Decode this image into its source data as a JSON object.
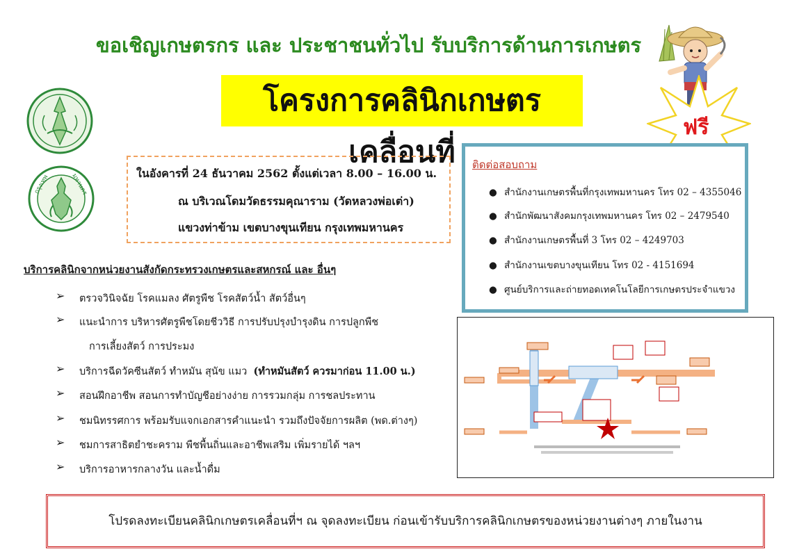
{
  "header": {
    "title": "ขอเชิญเกษตรกร และ ประชาชนทั่วไป รับบริการด้านการเกษตร"
  },
  "project": {
    "title": "โครงการคลินิกเกษตรเคลื่อนที่"
  },
  "badge": {
    "free_label": "ฟรี"
  },
  "event": {
    "date_time": "ในอังคารที่ 24 ธันวาคม 2562 ตั้งแต่เวลา 8.00 – 16.00 น.",
    "venue": "ณ บริเวณโดมวัดธรรมคุณาราม (วัดหลวงพ่อเต่า)",
    "district": "แขวงท่าข้าม เขตบางขุนเทียน กรุงเทพมหานคร"
  },
  "contact": {
    "title": "ติดต่อสอบถาม",
    "items": [
      "สำนักงานเกษตรพื้นที่กรุงเทพมหานคร โทร 02 – 4355046",
      "สำนักพัฒนาสังคมกรุงเทพมหานคร โทร 02 – 2479540",
      "สำนักงานเกษตรพื้นที่ 3 โทร 02 – 4249703",
      "สำนักงานเขตบางขุนเทียน โทร 02 - 4151694",
      "ศูนย์บริการและถ่ายทอดเทคโนโลยีการเกษตรประจำแขวง"
    ]
  },
  "services": {
    "title": "บริการคลินิกจากหน่วยงานสังกัดกระทรวงเกษตรและสหกรณ์ และ อื่นๆ",
    "items": [
      "ตรวจวินิจฉัย โรคแมลง ศัตรูพืช โรคสัตว์น้ำ สัตว์อื่นๆ",
      "แนะนำการ บริหารศัตรูพืชโดยชีววิธี การปรับปรุงบำรุงดิน การปลูกพืช",
      "การเลี้ยงสัตว์ การประมง",
      "บริการฉีดวัคซีนสัตว์ ทำหมัน สุนัข แมว",
      "(ทำหมันสัตว์ ควรมาก่อน 11.00 น.)",
      "สอนฝึกอาชีพ สอนการทำบัญชีอย่างง่าย การรวมกลุ่ม การชลประทาน",
      "ชมนิทรรศการ พร้อมรับแจกเอกสารคำแนะนำ รวมถึงปัจจัยการผลิต (พด.ต่างๆ)",
      "ชมการสาธิตยำชะคราม พืชพื้นถิ่นและอาชีพเสริม เพิ่มรายได้ ฯลฯ",
      "บริการอาหารกลางวัน และน้ำดื่ม"
    ]
  },
  "seals": {
    "seal2_left_text": "กรุงเทพ",
    "seal2_right_text": "มหานคร"
  },
  "footer": {
    "text": "โปรดลงทะเบียนคลินิกเกษตรเคลื่อนที่ฯ ณ จุดลงทะเบียน ก่อนเข้ารับบริการคลินิกเกษตรของหน่วยงานต่างๆ ภายในงาน"
  },
  "colors": {
    "header_green": "#2b8a1f",
    "highlight_yellow": "#ffff00",
    "contact_border": "#67a9bd",
    "event_border": "#f0a25f",
    "footer_border": "#cc1f1f",
    "free_red": "#e0191c"
  }
}
